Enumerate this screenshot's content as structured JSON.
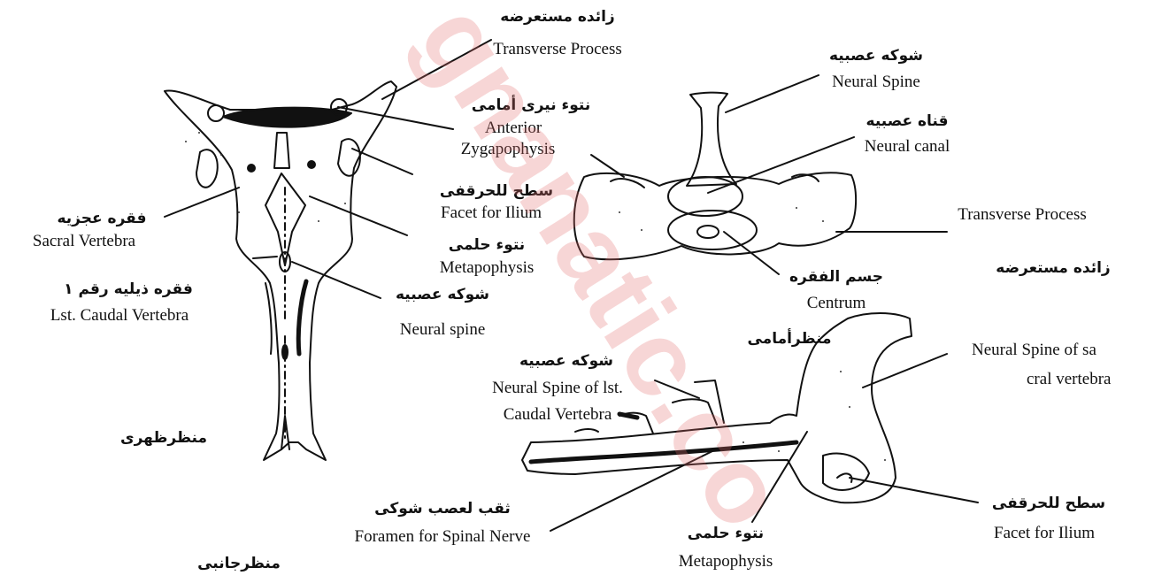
{
  "watermark": {
    "text": "gnanatic.co",
    "color": "#e36a6a"
  },
  "dorsal_view": {
    "view_title_ar": "منظرظهرى",
    "transverse_process": {
      "ar": "زائده مستعرضه",
      "en": "Transverse Process"
    },
    "anterior_zygapophysis": {
      "ar": "نتوء نيرى أمامى",
      "en_line1": "Anterior",
      "en_line2": "Zygapophysis"
    },
    "facet_for_ilium": {
      "ar": "سطح للحرقفى",
      "en": "Facet for Ilium"
    },
    "metapophysis": {
      "ar": "نتوء حلمى",
      "en": "Metapophysis"
    },
    "neural_spine": {
      "ar": "شوكه عصبيه",
      "en": "Neural spine"
    },
    "sacral_vertebra": {
      "ar": "فقره عجزيه",
      "en": "Sacral Vertebra"
    },
    "first_caudal": {
      "ar": "فقره ذيليه رقم ١",
      "en": "Lst. Caudal Vertebra"
    }
  },
  "anterior_view": {
    "view_title_ar": "منظرأمامى",
    "neural_spine": {
      "ar": "شوكه عصبيه",
      "en": "Neural Spine"
    },
    "neural_canal": {
      "ar": "قناه عصبيه",
      "en": "Neural canal"
    },
    "transverse_process": {
      "en": "Transverse Process",
      "ar": "زائده مستعرضه"
    },
    "centrum": {
      "ar": "جسم الفقره",
      "en": "Centrum"
    }
  },
  "lateral_view": {
    "view_title_ar": "منظرجانبى",
    "neural_spine_caudal": {
      "ar": "شوكه عصبيه",
      "en_line1": "Neural Spine of lst.",
      "en_line2": "Caudal Vertebra"
    },
    "neural_spine_sacral": {
      "en_line1": "Neural Spine of sa",
      "en_line2": "cral vertebra"
    },
    "foramen": {
      "ar": "ثقب لعصب شوكى",
      "en": "Foramen for Spinal Nerve"
    },
    "metapophysis": {
      "ar": "نتوء حلمى",
      "en": "Metapophysis"
    },
    "facet_for_ilium": {
      "ar": "سطح للحرقفى",
      "en": "Facet for Ilium"
    }
  }
}
